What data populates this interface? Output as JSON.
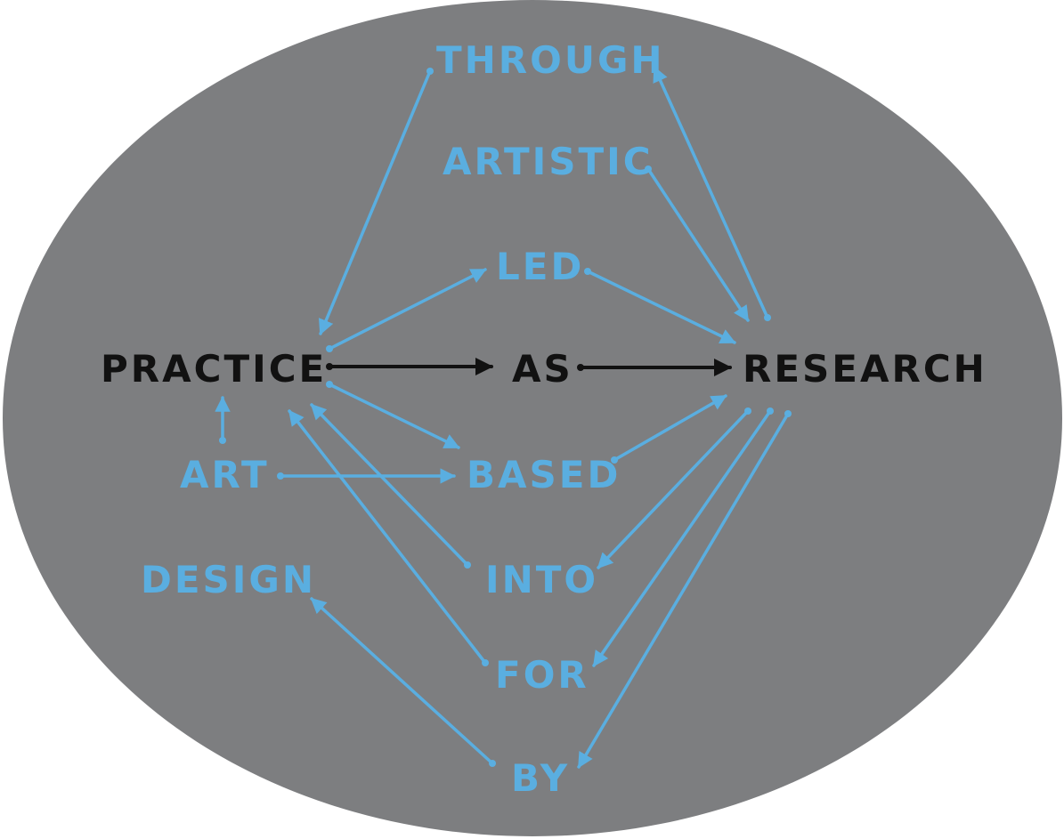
{
  "colors": {
    "background": "#7d7e80",
    "accent": "#5aaee0",
    "primary": "#111111"
  },
  "nodes": {
    "through": "THROUGH",
    "artistic": "ARTISTIC",
    "led": "LED",
    "practice": "PRACTICE",
    "as": "AS",
    "research": "RESEARCH",
    "art": "ART",
    "based": "BASED",
    "design": "DESIGN",
    "into": "INTO",
    "for": "FOR",
    "by": "BY"
  },
  "edges": [
    {
      "from": "through",
      "to": "practice",
      "style": "accent"
    },
    {
      "from": "research",
      "to": "through",
      "style": "accent"
    },
    {
      "from": "artistic",
      "to": "research",
      "style": "accent"
    },
    {
      "from": "practice",
      "to": "led",
      "style": "accent"
    },
    {
      "from": "led",
      "to": "research",
      "style": "accent"
    },
    {
      "from": "practice",
      "to": "as",
      "style": "primary"
    },
    {
      "from": "as",
      "to": "research",
      "style": "primary"
    },
    {
      "from": "practice",
      "to": "based",
      "style": "accent"
    },
    {
      "from": "based",
      "to": "research",
      "style": "accent"
    },
    {
      "from": "art",
      "to": "practice",
      "style": "accent"
    },
    {
      "from": "art",
      "to": "based",
      "style": "accent"
    },
    {
      "from": "into",
      "to": "practice",
      "style": "accent"
    },
    {
      "from": "for",
      "to": "practice",
      "style": "accent"
    },
    {
      "from": "research",
      "to": "into",
      "style": "accent"
    },
    {
      "from": "research",
      "to": "for",
      "style": "accent"
    },
    {
      "from": "research",
      "to": "by",
      "style": "accent"
    },
    {
      "from": "by",
      "to": "design",
      "style": "accent"
    }
  ]
}
